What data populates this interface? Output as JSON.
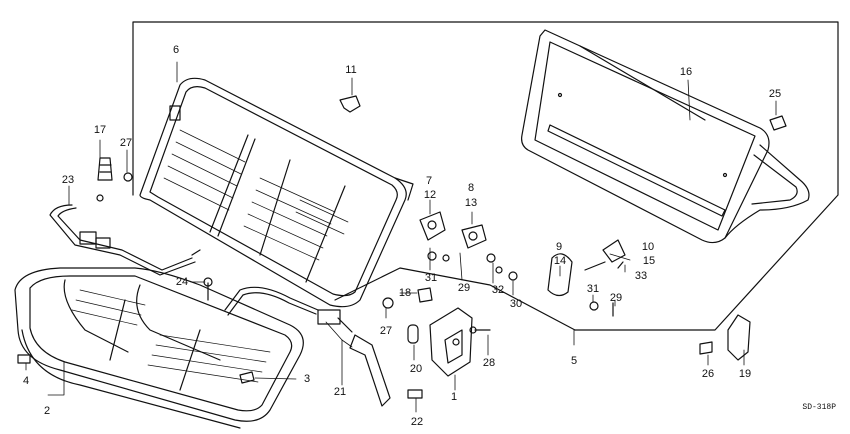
{
  "diagram": {
    "code": "SD-318P",
    "callouts": [
      "1",
      "2",
      "3",
      "4",
      "5",
      "6",
      "7",
      "8",
      "9",
      "10",
      "11",
      "12",
      "13",
      "14",
      "15",
      "16",
      "17",
      "18",
      "19",
      "20",
      "21",
      "22",
      "23",
      "24",
      "25",
      "26",
      "27",
      "27",
      "28",
      "29",
      "29",
      "30",
      "31",
      "31",
      "32",
      "33"
    ]
  }
}
